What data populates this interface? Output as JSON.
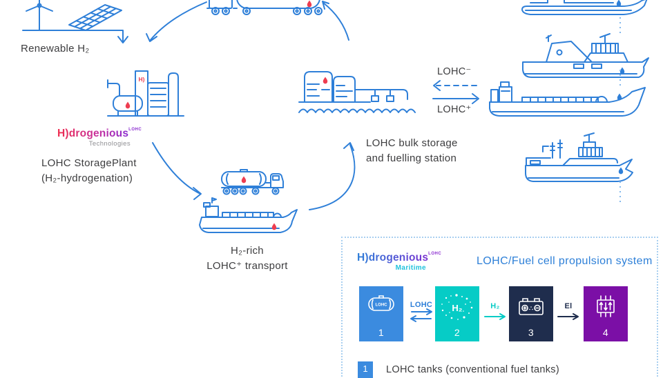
{
  "colors": {
    "line_blue": "#2E7FD8",
    "droplet_red": "#EE3D50",
    "text": "#3C3C3E",
    "dotted_separator": "#85B9EC",
    "dashed_border": "#A8CFF0",
    "box1_blue": "#3B8BDF",
    "box2_teal": "#06CCC6",
    "box3_navy": "#1F2D4D",
    "box4_purple": "#7B0FA6",
    "maritime_teal": "#1FC2DC"
  },
  "renewable": {
    "label": "Renewable H₂"
  },
  "plant": {
    "logo_text": "H)drogenious",
    "logo_sup": "LOHC",
    "logo_division": "Technologies",
    "tower_mark": "H)",
    "label1": "LOHC StoragePlant",
    "label2": "(H₂-hydrogenation)"
  },
  "bulk_storage": {
    "label1": "LOHC bulk storage",
    "label2": "and fuelling station"
  },
  "exchange": {
    "from_ship": "LOHC⁻",
    "to_ship": "LOHC⁺"
  },
  "transport": {
    "label1": "H₂-rich",
    "label2": "LOHC⁺ transport"
  },
  "propulsion": {
    "logo_text": "H)drogenious",
    "logo_sup": "LOHC",
    "logo_division": "Maritime",
    "title": "LOHC/Fuel cell propulsion system",
    "tank_icon_label": "LOHC",
    "h2_symbol": "H₂",
    "flow": {
      "lohc": "LOHC",
      "h2": "H₂",
      "el": "El"
    },
    "boxes": [
      {
        "num": "1"
      },
      {
        "num": "2"
      },
      {
        "num": "3"
      },
      {
        "num": "4"
      }
    ],
    "legend": {
      "num": "1",
      "text": "LOHC tanks (conventional fuel tanks)"
    }
  }
}
